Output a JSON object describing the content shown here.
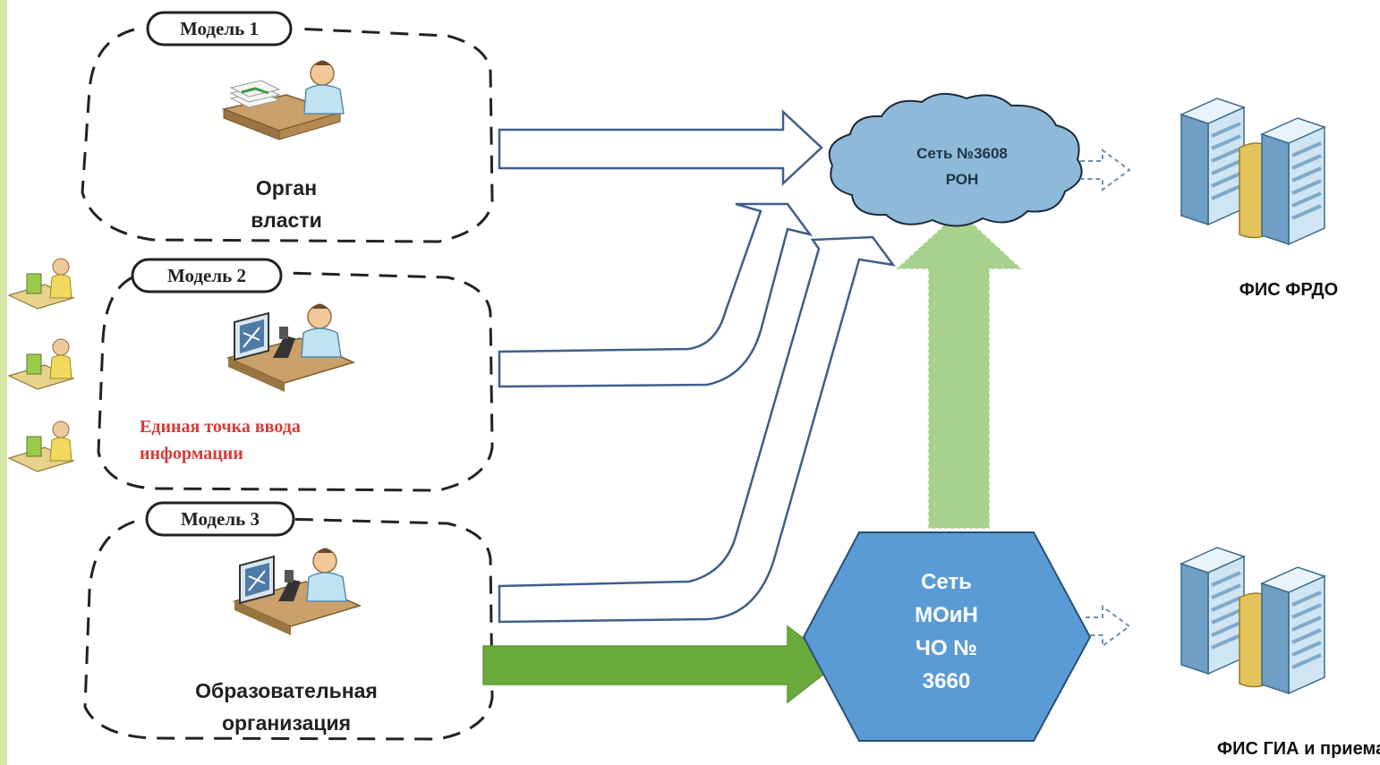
{
  "models": [
    {
      "title": "Модель 1",
      "label_lines": [
        "Орган",
        "власти"
      ]
    },
    {
      "title": "Модель 2",
      "label_lines": [
        "Единая точка ввода",
        "информации"
      ]
    },
    {
      "title": "Модель 3",
      "label_lines": [
        "Образовательная",
        "организация"
      ]
    }
  ],
  "cloud": {
    "lines": [
      "Сеть №3608",
      "РОН"
    ]
  },
  "hexagon": {
    "lines": [
      "Сеть",
      "МОиН",
      "ЧО №",
      "3660"
    ]
  },
  "fis": [
    {
      "label": "ФИС ФРДО"
    },
    {
      "label": "ФИС ГИА и приема"
    }
  ],
  "colors": {
    "cloud_fill": "#8fb9d9",
    "hexagon_fill": "#5b9bd5",
    "green_arrow": "#6aaa3c",
    "light_green_arrow": "#a9d18e",
    "outline_arrow": "#3e5f8a",
    "red_text": "#d63a3a"
  },
  "icons": [
    "clerk-at-desk-icon",
    "lab-worker-icon",
    "desktop-user-icon",
    "server-pair-icon"
  ]
}
